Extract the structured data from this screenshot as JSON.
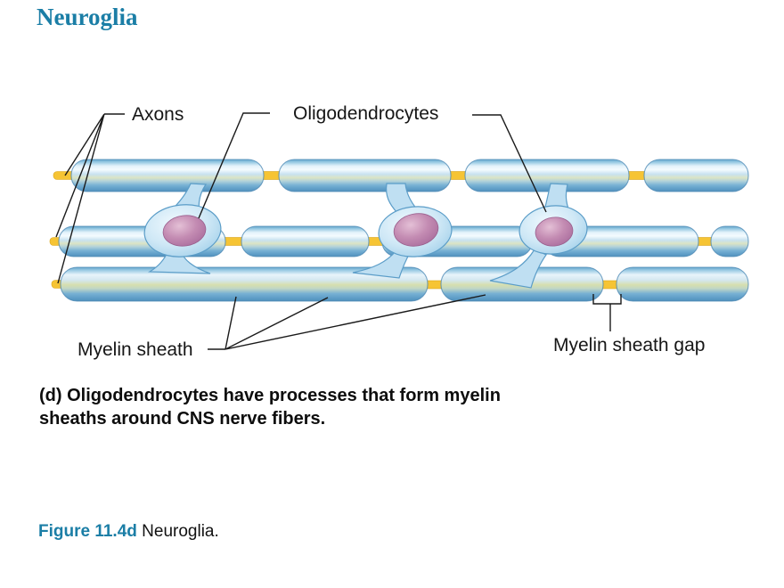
{
  "page": {
    "title": "Neuroglia"
  },
  "figure": {
    "labels": {
      "axons": "Axons",
      "oligodendrocytes": "Oligodendrocytes",
      "myelin_sheath": "Myelin sheath",
      "myelin_sheath_gap": "Myelin sheath gap"
    },
    "caption_lines": [
      "(d) Oligodendrocytes have processes that form myelin",
      "sheaths around CNS nerve fibers."
    ],
    "credit": {
      "number": "Figure 11.4d",
      "title": " Neuroglia."
    }
  },
  "diagram": {
    "description": "Three myelinated CNS axons shown as rows of blue myelin sheath segments; yellow axon visible at stubs and at myelin sheath gaps; three oligodendrocytes with pink nuclei extend processes that wrap the axons",
    "axon_count": 3,
    "oligodendrocyte_count": 3,
    "myelin_sheath_gap_bracketed": true
  },
  "colors": {
    "accent": "#1b7ea6",
    "myelin_blue": "#8fc4e1",
    "myelin_shadow": "#5492bd",
    "axon_yellow": "#f6c434",
    "cell_blue": "#bfdff2",
    "nucleus_pink": "#bb7cab",
    "leader_line": "#1a1a1a"
  }
}
